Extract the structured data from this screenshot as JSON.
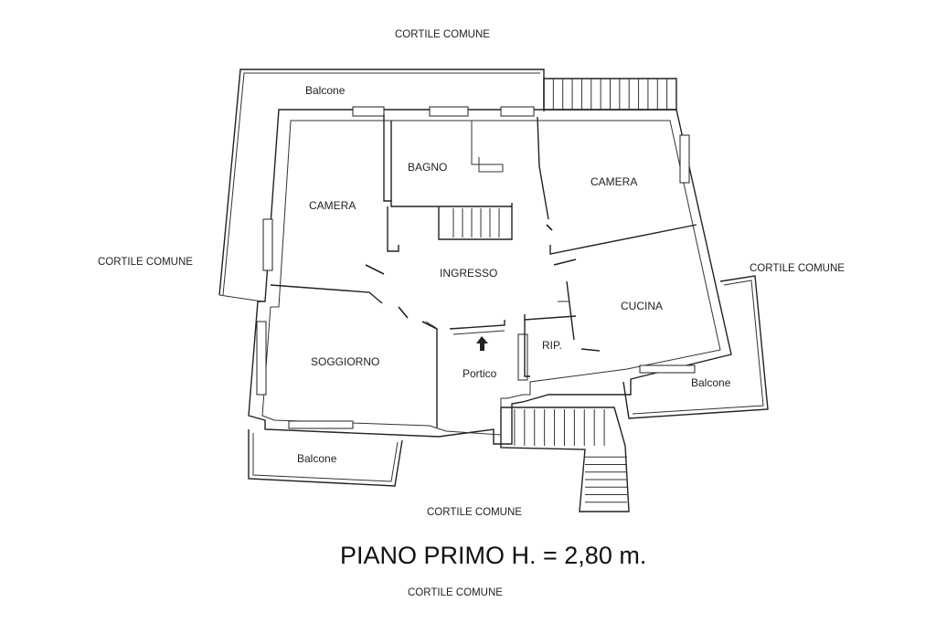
{
  "courtyard": {
    "top": "CORTILE COMUNE",
    "left": "CORTILE COMUNE",
    "right": "CORTILE COMUNE",
    "bottom": "CORTILE COMUNE",
    "footer": "CORTILE COMUNE"
  },
  "rooms": {
    "bagno": "BAGNO",
    "camera_left": "CAMERA",
    "camera_right": "CAMERA",
    "ingresso": "INGRESSO",
    "cucina": "CUCINA",
    "rip": "RIP.",
    "soggiorno": "SOGGIORNO",
    "portico": "Portico"
  },
  "balconies": {
    "top": "Balcone",
    "bottom_left": "Balcone",
    "right": "Balcone"
  },
  "title": "PIANO PRIMO  H. = 2,80 m."
}
